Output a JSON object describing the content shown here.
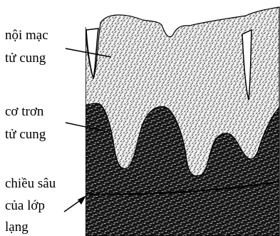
{
  "diagram": {
    "labels": {
      "endometrium": [
        "nội mạc",
        "tử cung"
      ],
      "myometrium": [
        "cơ trơn",
        "tử cung"
      ],
      "depth": [
        "chiều sâu",
        "của lớp",
        "lạng"
      ]
    },
    "colors": {
      "background": "#ffffff",
      "light_texture_base": "#f2f2f2",
      "light_texture_marks": "#2b2b2b",
      "dark_texture_base": "#141414",
      "dark_texture_marks": "#ffffff",
      "border": "#000000",
      "depth_line": "#000000"
    }
  }
}
